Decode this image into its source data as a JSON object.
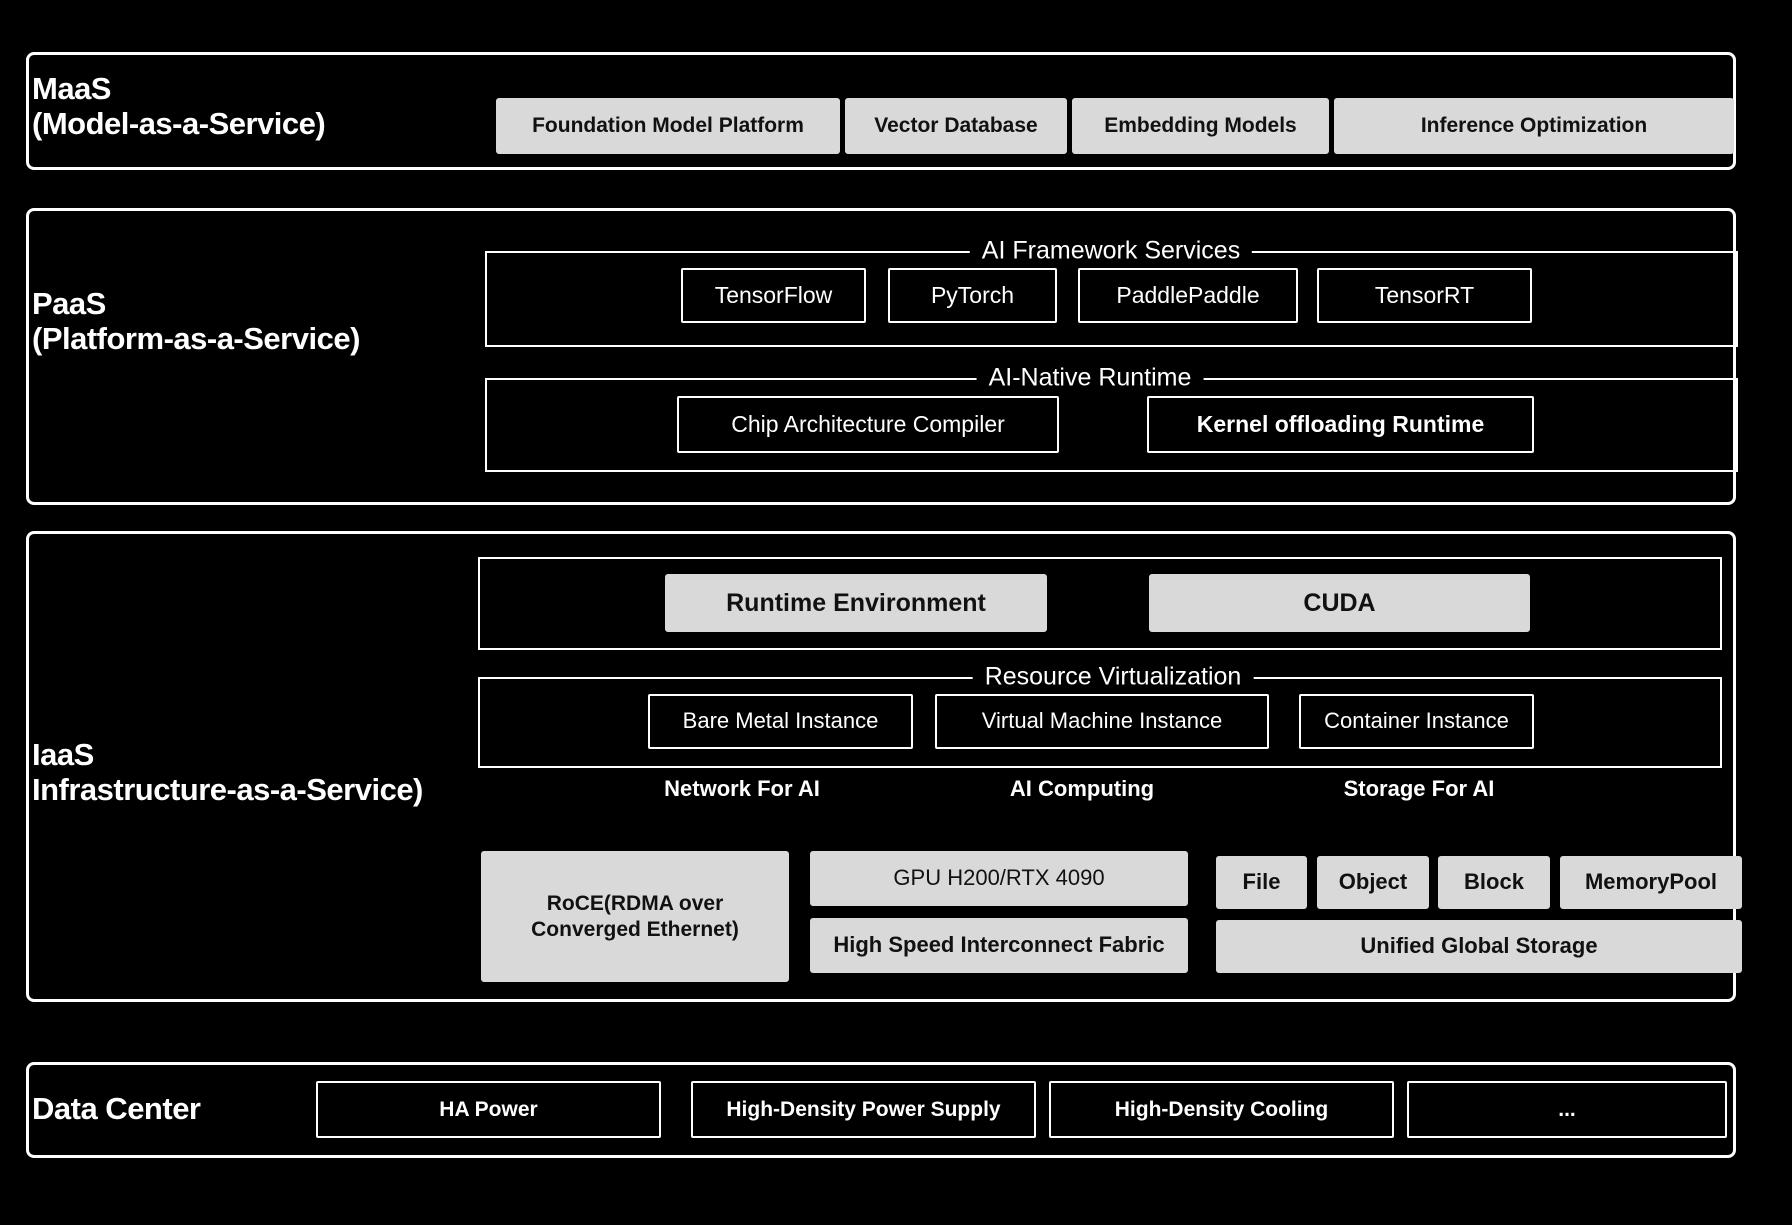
{
  "diagram": {
    "title": "AI Cloud Stack Architecture",
    "background": "#000000",
    "stroke": "#ffffff",
    "fill_gray": "#d9d9d9",
    "text_dark": "#111111"
  },
  "layers": {
    "maas": {
      "label": "MaaS\n(Model-as-a-Service)",
      "boxes": [
        {
          "label": "Foundation Model Platform"
        },
        {
          "label": "Vector Database"
        },
        {
          "label": "Embedding Models"
        },
        {
          "label": "Inference Optimization"
        }
      ]
    },
    "paas": {
      "label": "PaaS\n(Platform-as-a-Service)",
      "groups": [
        {
          "legend": "AI Framework Services",
          "boxes": [
            {
              "label": "TensorFlow"
            },
            {
              "label": "PyTorch"
            },
            {
              "label": "PaddlePaddle"
            },
            {
              "label": "TensorRT"
            }
          ]
        },
        {
          "legend": "AI-Native Runtime",
          "boxes": [
            {
              "label": "Chip Architecture Compiler"
            },
            {
              "label": "Kernel offloading Runtime"
            }
          ]
        }
      ]
    },
    "iaas": {
      "label": "IaaS\nInfrastructure-as-a-Service)",
      "runtime_row": [
        {
          "label": "Runtime Environment"
        },
        {
          "label": "CUDA"
        }
      ],
      "virtualization": {
        "legend": "Resource Virtualization",
        "boxes": [
          {
            "label": "Bare Metal Instance"
          },
          {
            "label": "Virtual Machine Instance"
          },
          {
            "label": "Container Instance"
          }
        ]
      },
      "column_headers": [
        {
          "label": "Network For AI"
        },
        {
          "label": "AI Computing"
        },
        {
          "label": "Storage For AI"
        }
      ],
      "network_boxes": [
        {
          "label": "RoCE(RDMA over Converged Ethernet)"
        }
      ],
      "computing_boxes": [
        {
          "label": "GPU H200/RTX 4090"
        },
        {
          "label": "High Speed Interconnect Fabric"
        }
      ],
      "storage_boxes": [
        {
          "label": "File"
        },
        {
          "label": "Object"
        },
        {
          "label": "Block"
        },
        {
          "label": "MemoryPool"
        },
        {
          "label": "Unified Global Storage"
        }
      ]
    },
    "datacenter": {
      "label": "Data Center",
      "boxes": [
        {
          "label": "HA Power"
        },
        {
          "label": "High-Density Power Supply"
        },
        {
          "label": "High-Density Cooling"
        },
        {
          "label": "..."
        }
      ]
    }
  }
}
